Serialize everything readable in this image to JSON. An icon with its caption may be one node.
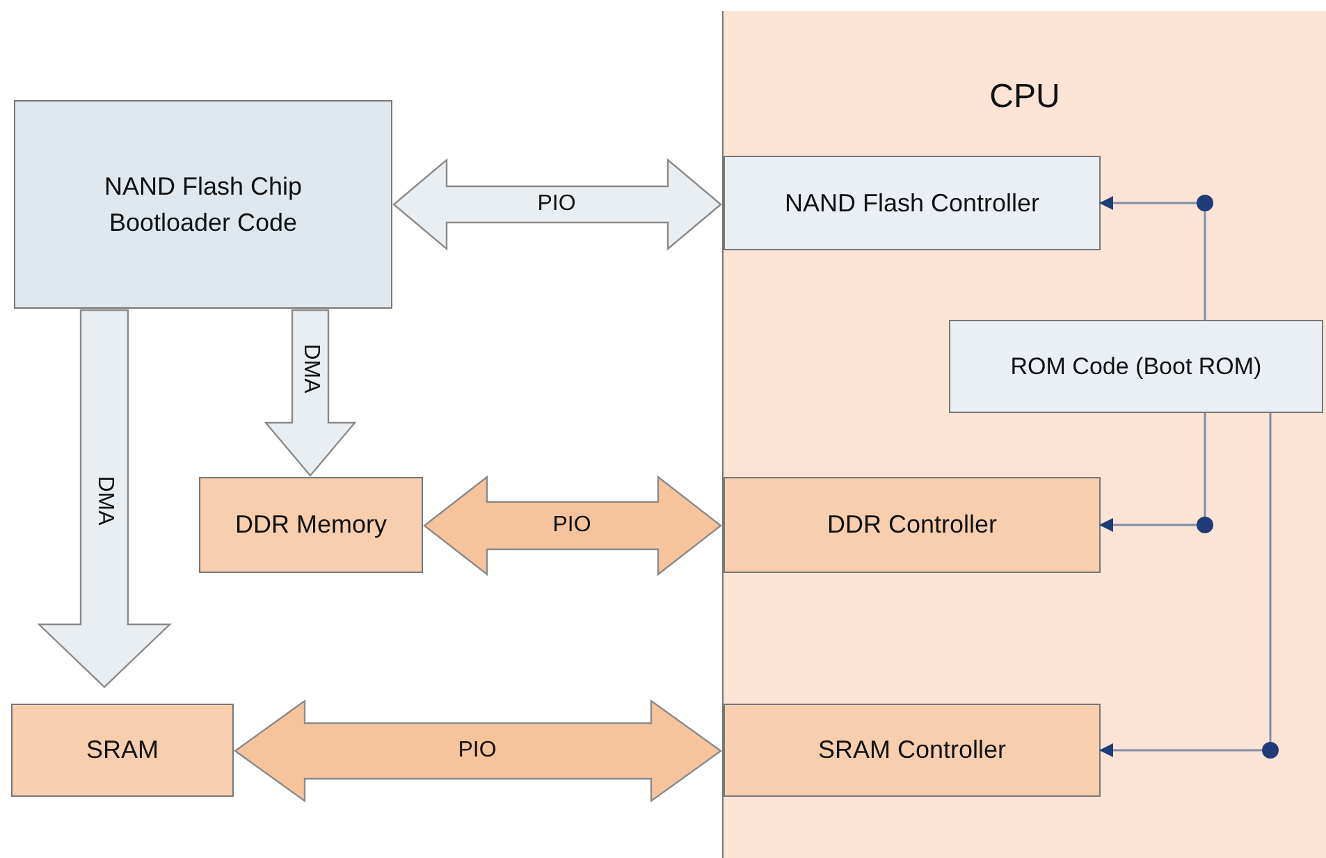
{
  "diagram": {
    "nodes": [
      {
        "text": [
          "CPU"
        ]
      },
      {
        "text": [
          "NAND Flash Chip Bootloader Code"
        ]
      },
      {
        "text": [
          "NAND Flash Controller"
        ],
        "in": 0
      },
      {
        "text": [
          "ROM Code (Boot ROM)"
        ],
        "in": 0
      },
      {
        "text": [
          "DDR Memory"
        ]
      },
      {
        "text": [
          "DDR Controller"
        ],
        "in": 0
      },
      {
        "text": [
          "SRAM"
        ]
      },
      {
        "text": [
          "SRAM Controller"
        ],
        "in": 0
      }
    ],
    "edges": [
      {
        "from": 1,
        "to": 2,
        "arrow": "both",
        "label": "PIO",
        "style": "thick",
        "color": "#e9eef2"
      },
      {
        "from": 1,
        "to": 4,
        "arrow": "to",
        "label": "DMA",
        "style": "thick",
        "color": "#e9eef2"
      },
      {
        "from": 1,
        "to": 6,
        "arrow": "to",
        "label": "DMA",
        "style": "thick",
        "color": "#e9eef2"
      },
      {
        "from": 4,
        "to": 5,
        "arrow": "both",
        "label": "PIO",
        "style": "thick",
        "color": "#f6c49c"
      },
      {
        "from": 6,
        "to": 7,
        "arrow": "both",
        "label": "PIO",
        "style": "thick",
        "color": "#f6c49c"
      },
      {
        "from": 3,
        "to": 2,
        "arrow": "to"
      },
      {
        "from": 3,
        "to": 5,
        "arrow": "to"
      },
      {
        "from": 3,
        "to": 7,
        "arrow": "to"
      }
    ]
  }
}
